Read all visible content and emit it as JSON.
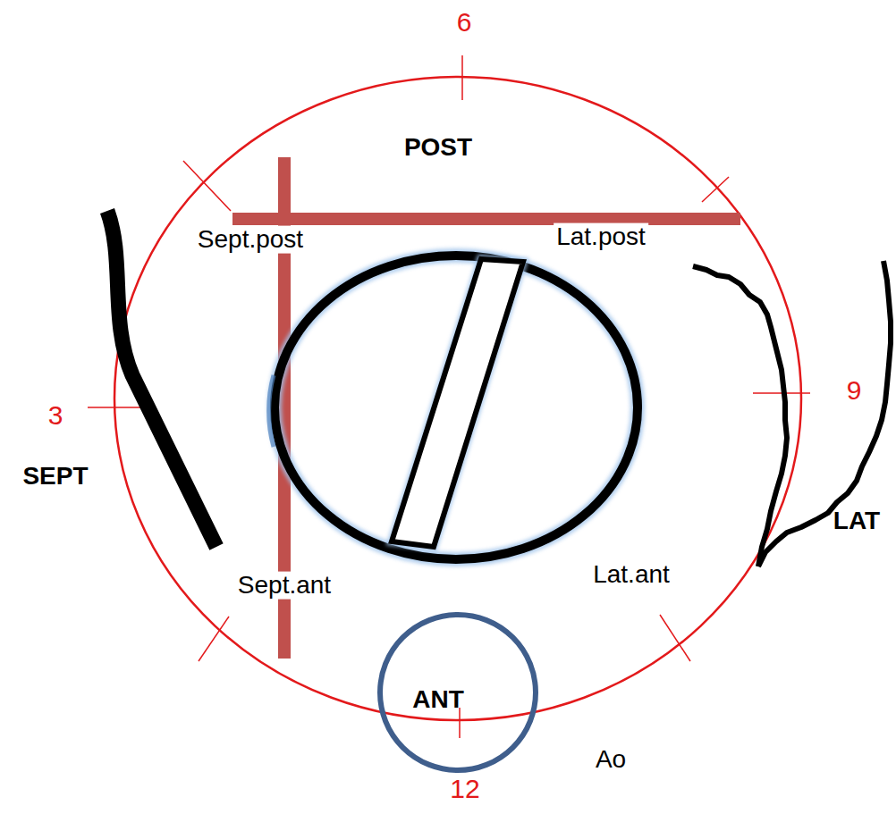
{
  "diagram": {
    "nodes": [
      {
        "text": [
          "ANT",
          "Ao"
        ]
      }
    ],
    "labels": [
      "6",
      "POST",
      "Sept.post",
      "Lat.post",
      "3",
      "9",
      "SEPT",
      "LAT",
      "Sept.ant",
      "Lat.ant",
      "12"
    ]
  }
}
